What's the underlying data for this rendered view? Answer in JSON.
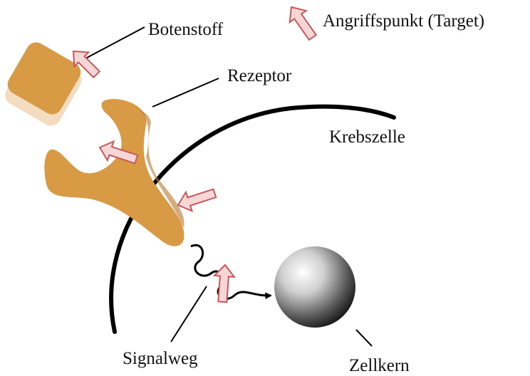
{
  "labels": {
    "messenger": "Botenstoff",
    "receptor": "Rezeptor",
    "cancer_cell": "Krebszelle",
    "signal_path": "Signalweg",
    "nucleus": "Zellkern"
  },
  "legend": {
    "label": "Angriffspunkt (Target)",
    "icon": "target-arrow-icon"
  },
  "colors": {
    "receptor_fill": "#d99a45",
    "receptor_shadow": "#b8772c",
    "messenger_fill": "#d99a45",
    "messenger_shadow": "#f3dcc0",
    "target_arrow": "#c85858",
    "target_arrow_fill": "#f6d6d6",
    "membrane": "#000000"
  }
}
